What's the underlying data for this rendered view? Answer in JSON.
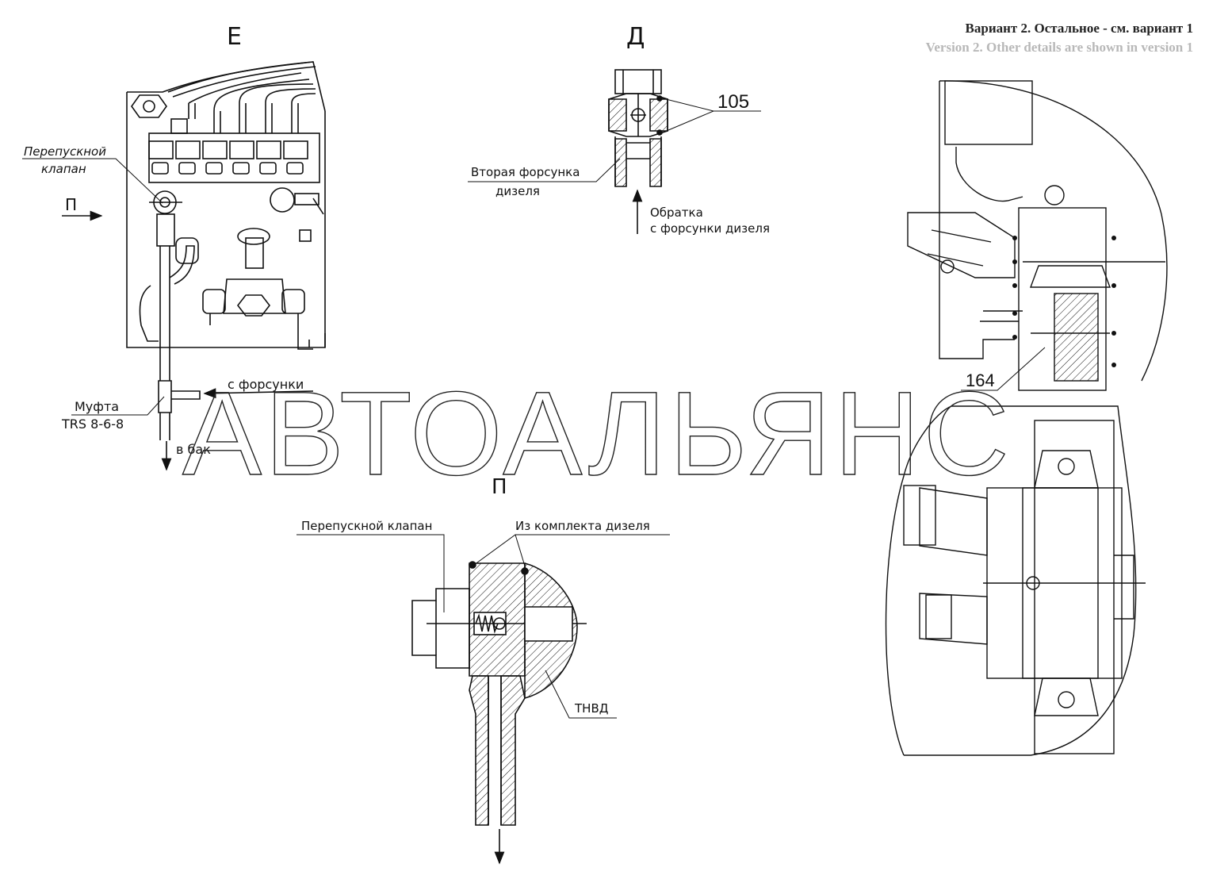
{
  "header": {
    "line_ru": "Вариант 2. Остальное - см. вариант 1",
    "line_en": "Version 2. Other details are shown in version 1"
  },
  "watermark": "АВТОАЛЬЯНС",
  "views": {
    "e": {
      "title": "Е",
      "bypass_valve_line1": "Перепускной",
      "bypass_valve_line2": "клапан",
      "arrow_p": "П",
      "from_injector": "с форсунки",
      "coupling_line1": "Муфта",
      "coupling_line2": "TRS 8-6-8",
      "to_tank": "в бак"
    },
    "d": {
      "title": "Д",
      "callout_105": "105",
      "second_injector_line1": "Вторая форсунка",
      "second_injector_line2": "дизеля",
      "return_line1": "Обратка",
      "return_line2": "с форсунки дизеля"
    },
    "p": {
      "title": "П",
      "bypass_valve": "Перепускной клапан",
      "from_diesel_kit": "Из комплекта дизеля",
      "hp_pump": "ТНВД"
    },
    "right": {
      "callout_164": "164"
    }
  }
}
